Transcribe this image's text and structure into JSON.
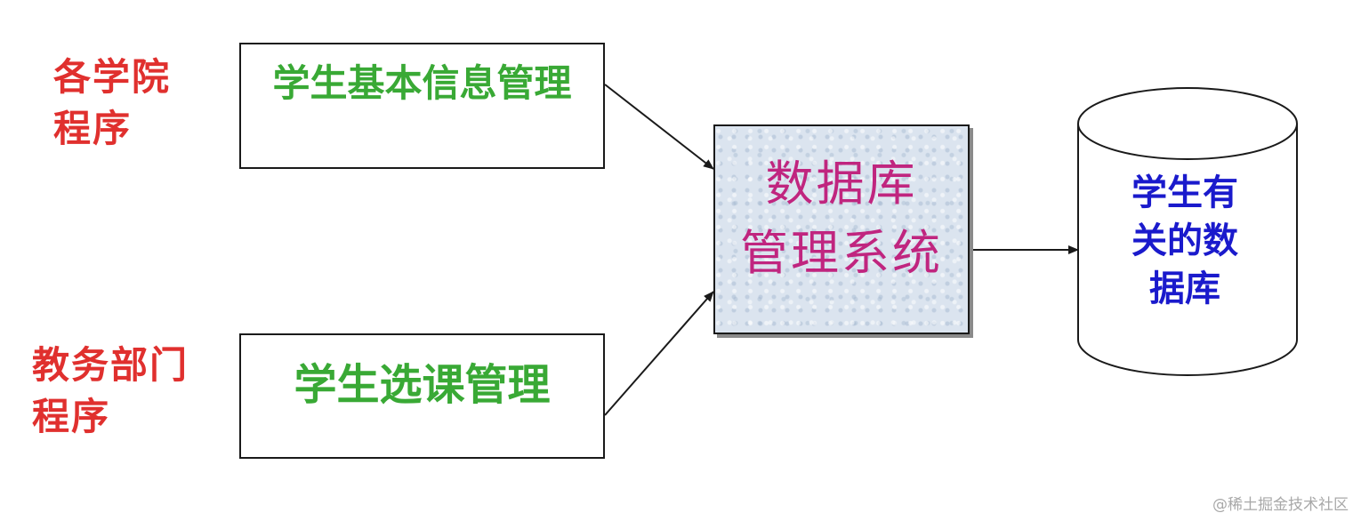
{
  "sources": [
    {
      "lines": [
        "各学院",
        "程序"
      ]
    },
    {
      "lines": [
        "教务部门",
        "程序"
      ]
    }
  ],
  "modules": [
    {
      "title": "学生基本信息管理"
    },
    {
      "title": "学生选课管理"
    }
  ],
  "dbms": {
    "lines": [
      "数据库",
      "管理系统"
    ]
  },
  "database": {
    "lines": [
      "学生有",
      "关的数",
      "据库"
    ]
  },
  "watermark": "@稀土掘金技术社区",
  "colors": {
    "source_label": "#e0302e",
    "module_title": "#39a935",
    "dbms_text": "#c0257f",
    "dbms_fill": "#dbe4ef",
    "database_text": "#1a1acc",
    "line": "#1a1a1a"
  }
}
